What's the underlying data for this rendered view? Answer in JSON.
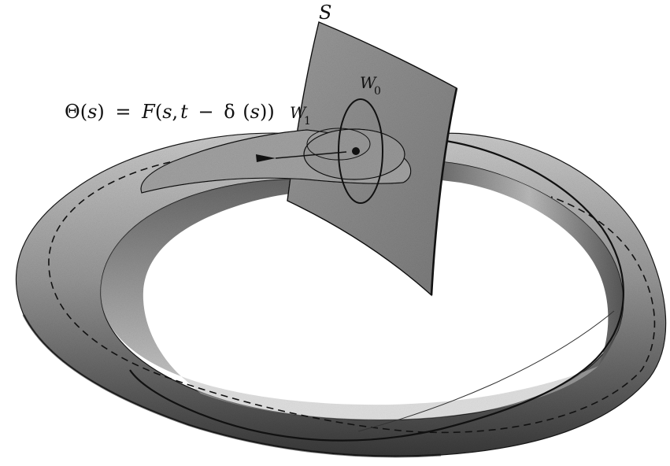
{
  "figure": {
    "equation": {
      "theta": "Θ",
      "lparen1": "(",
      "s1": "s",
      "rparen1": ")",
      "equals": "=",
      "F": "F",
      "lparen2": "(",
      "s2": "s",
      "comma": ",",
      "t": "t",
      "minus": "−",
      "delta": "δ",
      "lparen3": "(",
      "s3": "s",
      "rparen3": "))"
    },
    "labels": {
      "surface": "S",
      "w0_base": "W",
      "w0_sub": "0",
      "w1_base": "W",
      "w1_sub": "1"
    },
    "colors": {
      "tube_dark": "#2a2a2a",
      "tube_mid": "#7a7a7a",
      "tube_light": "#d6d6d6",
      "section_fill": "#8c8c8c",
      "ink": "#111111"
    }
  }
}
